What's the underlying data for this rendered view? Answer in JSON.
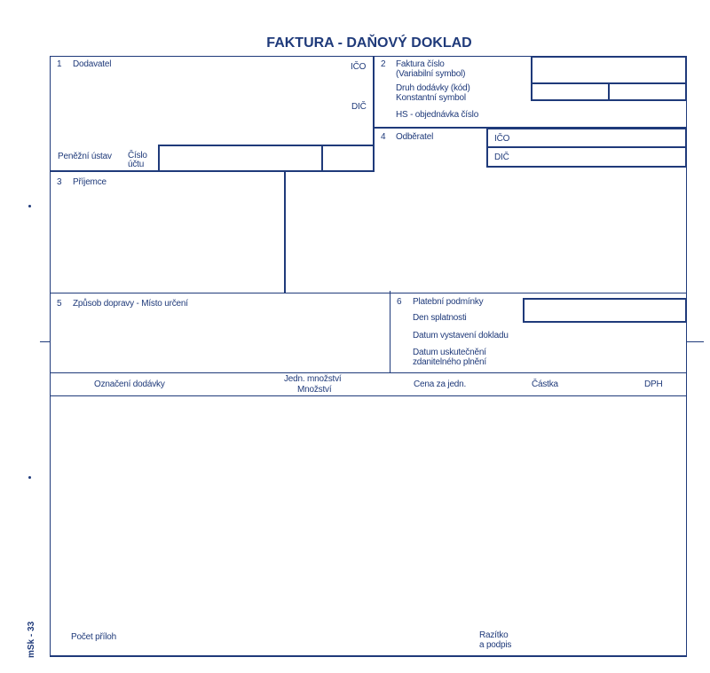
{
  "title": "FAKTURA - DAŇOVÝ DOKLAD",
  "form_code": "mSk - 33",
  "s1": {
    "num": "1",
    "label": "Dodavatel",
    "ico": "IČO",
    "dic": "DIČ",
    "bank": "Peněžní ústav",
    "account": "Číslo",
    "account2": "účtu"
  },
  "s2": {
    "num": "2",
    "invoice": "Faktura číslo",
    "variable": "(Variabilní symbol)",
    "delivery": "Druh dodávky (kód)",
    "constant": "Konstantní symbol",
    "order": "HS - objednávka číslo"
  },
  "s3": {
    "num": "3",
    "label": "Příjemce"
  },
  "s4": {
    "num": "4",
    "label": "Odběratel",
    "ico": "IČO",
    "dic": "DIČ"
  },
  "s5": {
    "num": "5",
    "label": "Způsob dopravy - Místo určení"
  },
  "s6": {
    "num": "6",
    "terms": "Platební podmínky",
    "due": "Den splatnosti",
    "issued": "Datum vystavení dokladu",
    "taxable1": "Datum uskutečnění",
    "taxable2": "zdanitelného plnění"
  },
  "columns": {
    "item": "Označení dodávky",
    "unit": "Jedn. množství",
    "qty": "Množství",
    "price": "Cena za jedn.",
    "amount": "Částka",
    "vat": "DPH"
  },
  "footer": {
    "attachments": "Počet příloh",
    "stamp1": "Razítko",
    "stamp2": "a podpis"
  }
}
